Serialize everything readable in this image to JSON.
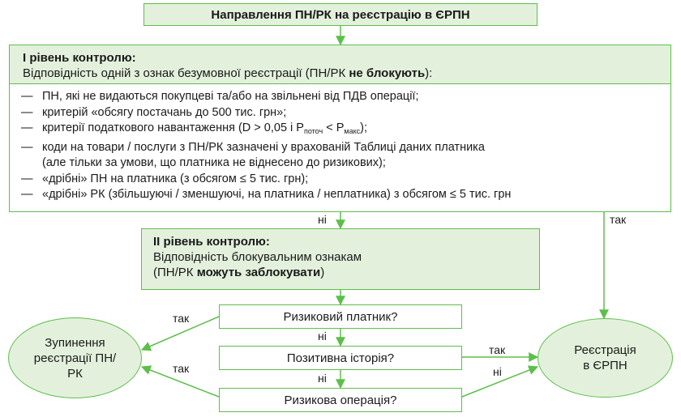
{
  "title": "Направлення ПН/РК на реєстрацію в ЄРПН",
  "level1": {
    "heading": "І рівень контролю:",
    "text_before": "Відповідність одній з ознак безумовної реєстрації (ПН/РК ",
    "text_bold": "не блокують",
    "text_after": "):",
    "items": [
      {
        "text": "ПН, які не видаються покупцеві та/або на звільнені від ПДВ операції;"
      },
      {
        "text": "критерій «обсягу постачань до 500 тис. грн»;"
      },
      {
        "text": "критерії податкового навантаження (D > 0,05 і P",
        "sub1": "поточ",
        "mid": " < P",
        "sub2": "макс",
        "end": ");"
      },
      {
        "text": "коди на товари / послуги з ПН/РК зазначені у врахованій Таблиці даних платника",
        "cont": "(але тільки за умови, що платника не віднесено до ризикових);"
      },
      {
        "text": "«дрібні» ПН на платника (з обсягом ≤ 5 тис. грн);"
      },
      {
        "text": "«дрібні» РК (збільшуючі / зменшуючі, на платника / неплатника) з обсягом ≤ 5 тис. грн"
      }
    ],
    "dash": "—"
  },
  "level2": {
    "heading": "ІІ рівень контролю:",
    "line1": "Відповідність блокувальним ознакам",
    "text_before": "(ПН/РК ",
    "text_bold": "можуть заблокувати",
    "text_after": ")"
  },
  "checks": {
    "risky_payer": "Ризиковий платник?",
    "positive_history": "Позитивна історія?",
    "risky_operation": "Ризикова операція?"
  },
  "stop": "Зупинення реєстрації ПН/РК",
  "registration": "Реєстрація в ЄРПН",
  "labels": {
    "no": "ні",
    "yes": "так"
  },
  "colors": {
    "border": "#5cbf4a",
    "fill": "#e3f1dc"
  }
}
